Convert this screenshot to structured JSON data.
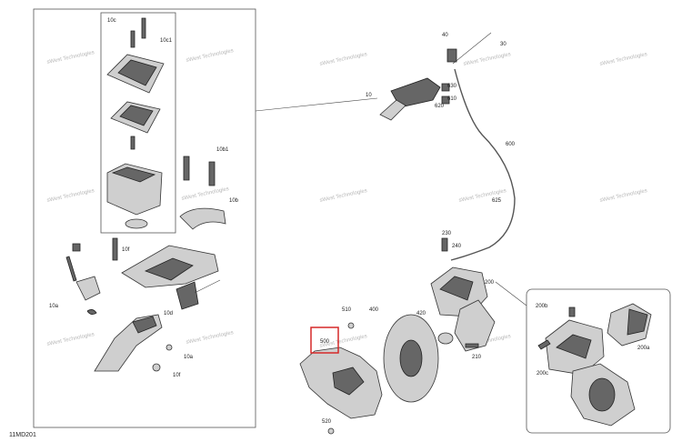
{
  "diagram": {
    "reference_code": "11MD201",
    "highlight_color": "#d62828",
    "watermark_text": "sWest Technologies",
    "labels": {
      "p10": "10",
      "p10c": "10c",
      "p10c1": "10c1",
      "p10b1": "10b1",
      "p10b": "10b",
      "p10f": "10f",
      "p10d": "10d",
      "p10a_left": "10a",
      "p10a_bottom": "10a",
      "p10f_bottom": "10f",
      "p40": "40",
      "p30": "30",
      "p630": "630",
      "p610": "610",
      "p620": "620",
      "p600": "600",
      "p625": "625",
      "p230": "230",
      "p240": "240",
      "p200": "200",
      "p510": "510",
      "p400": "400",
      "p420": "420",
      "p500": "500",
      "p520": "520",
      "p210": "210",
      "p200b": "200b",
      "p200a": "200a",
      "p200c": "200c"
    }
  }
}
